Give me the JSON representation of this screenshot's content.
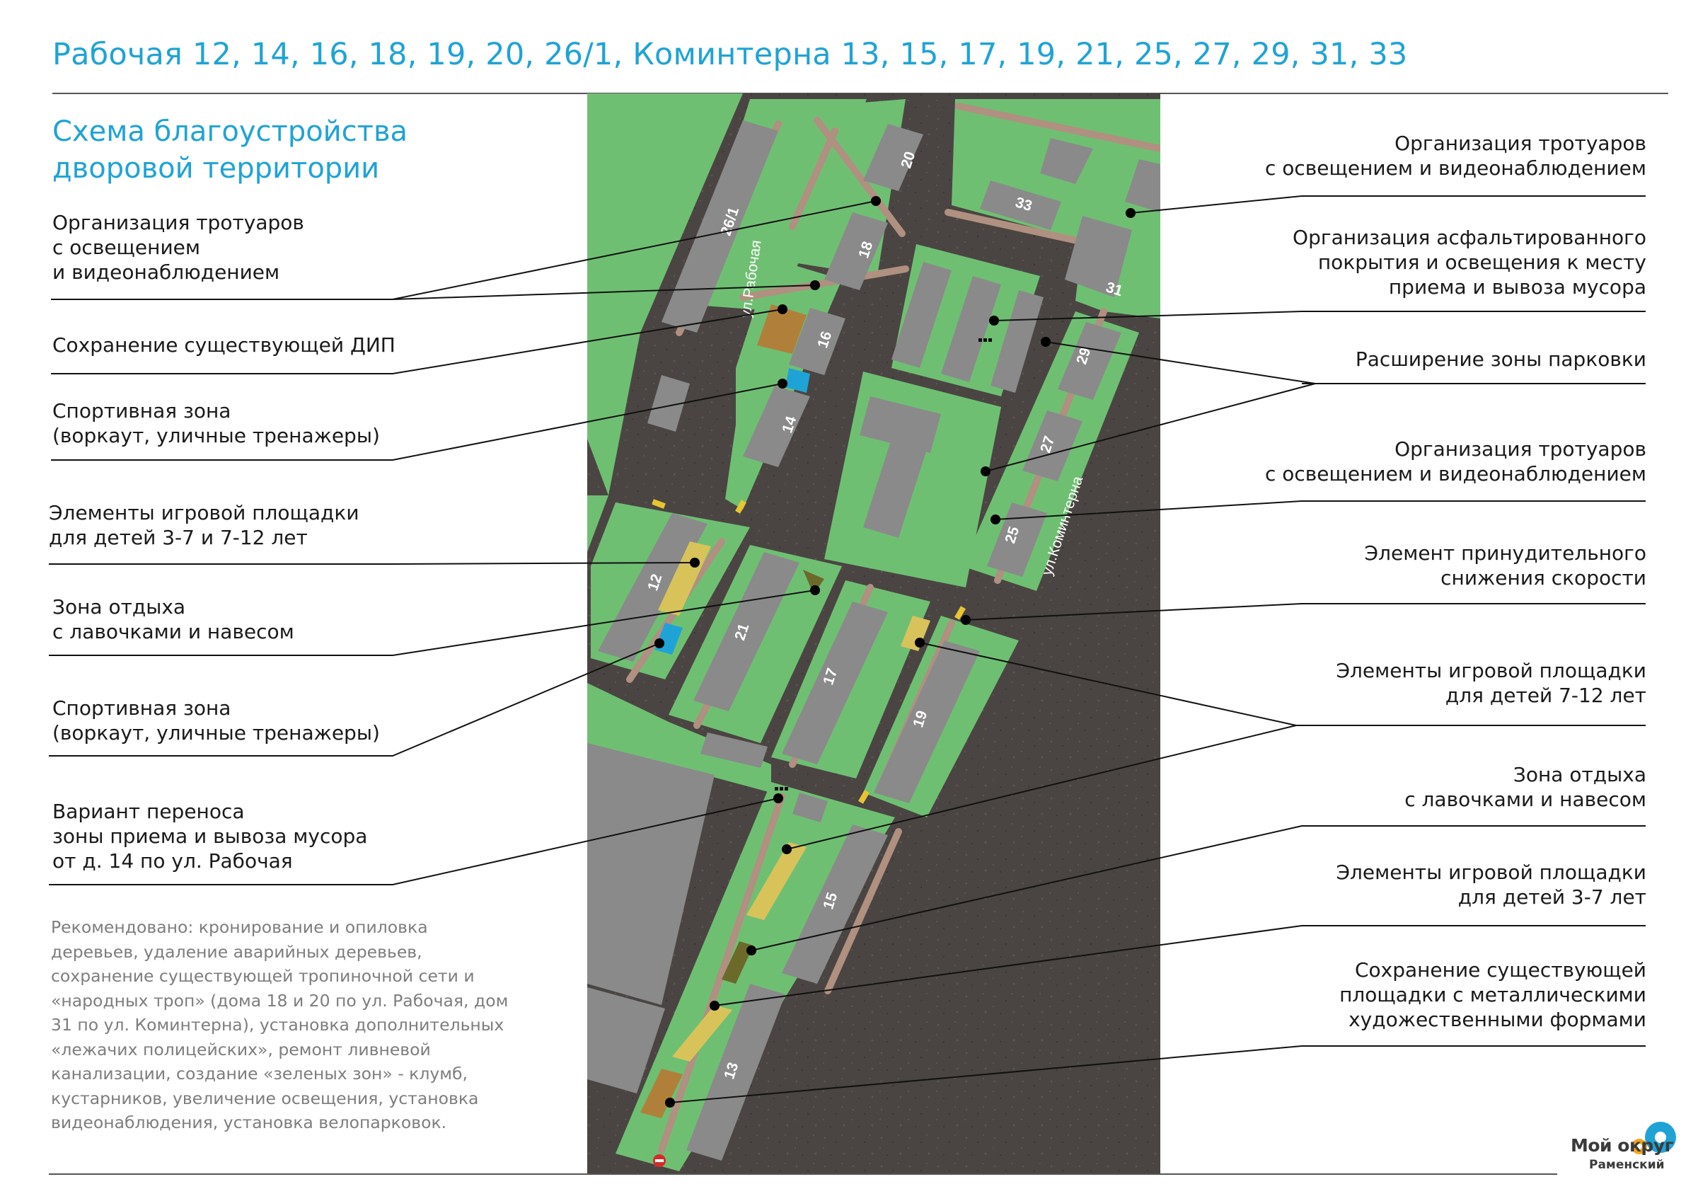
{
  "title": "Рабочая 12, 14, 16, 18, 19, 20, 26/1, Коминтерна 13, 15, 17, 19, 21, 25, 27, 29, 31, 33",
  "subtitle": "Схема благоустройства\nдворовой территории",
  "colors": {
    "accent": "#1fa3d6",
    "asphalt": "#4a4542",
    "lawn": "#6fbf73",
    "building": "#8a8a8a",
    "sidewalk": "#b09080",
    "playground": "#d8c35a",
    "sport": "#1fa3d6",
    "dip": "#b0803a",
    "sandbox": "#6b6a2a"
  },
  "left_callouts": [
    {
      "text": "Организация тротуаров\nс освещением\nи видеонаблюдением"
    },
    {
      "text": "Сохранение существующей ДИП"
    },
    {
      "text": "Спортивная зона\n(воркаут, уличные тренажеры)"
    },
    {
      "text": "Элементы игровой площадки\nдля детей 3-7 и 7-12 лет"
    },
    {
      "text": "Зона отдыха\nс лавочками и навесом"
    },
    {
      "text": "Спортивная зона\n(воркаут, уличные тренажеры)"
    },
    {
      "text": "Вариант переноса\nзоны приема и вывоза мусора\nот д. 14 по ул. Рабочая"
    }
  ],
  "right_callouts": [
    {
      "text": "Организация тротуаров\nс освещением и видеонаблюдением"
    },
    {
      "text": "Организация асфальтированного\nпокрытия и освещения к месту\nприема и вывоза мусора"
    },
    {
      "text": "Расширение зоны парковки"
    },
    {
      "text": "Организация тротуаров\nс освещением и видеонаблюдением"
    },
    {
      "text": "Элемент принудительного\nснижения скорости"
    },
    {
      "text": "Элементы игровой площадки\nдля детей 7-12 лет"
    },
    {
      "text": "Зона отдыха\nс лавочками и навесом"
    },
    {
      "text": "Элементы игровой площадки\nдля детей 3-7 лет"
    },
    {
      "text": "Сохранение существующей\nплощадки с металлическими\nхудожественными формами"
    }
  ],
  "note": "Рекомендовано: кронирование и опиловка деревьев, удаление аварийных деревьев, сохранение существующей тропиночной сети и «народных троп» (дома 18 и 20 по ул. Рабочая, дом 31 по ул. Коминтерна), установка дополнительных «лежачих полицейских», ремонт ливневой канализации, создание «зеленых зон» - клумб, кустарников, увеличение освещения, установка видеонаблюдения, установка велопарковок.",
  "map": {
    "streets": [
      "ул.Рабочая",
      "ул.Коминтерна"
    ],
    "buildings": [
      "26/1",
      "20",
      "18",
      "16",
      "14",
      "33",
      "31",
      "29",
      "27",
      "25",
      "12",
      "21",
      "17",
      "19",
      "15",
      "13"
    ]
  },
  "logo": {
    "name": "Мой округ",
    "sub": "Раменский"
  }
}
